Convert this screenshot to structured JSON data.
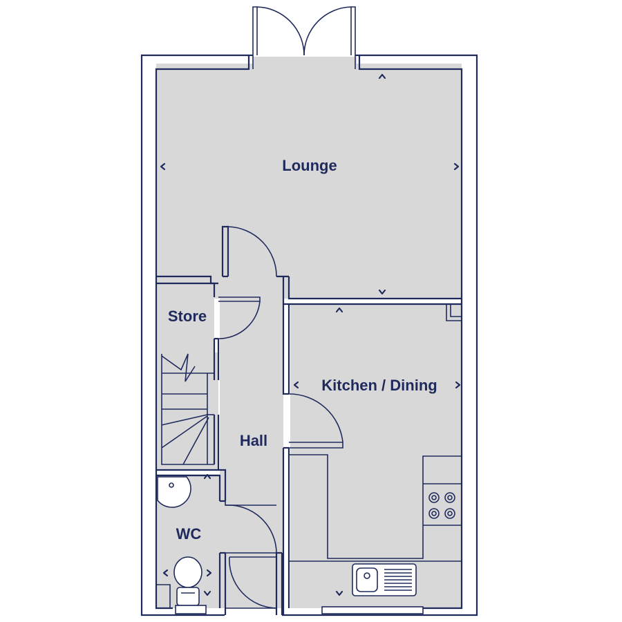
{
  "rooms": {
    "lounge": "Lounge",
    "store": "Store",
    "kitchen_dining": "Kitchen / Dining",
    "hall": "Hall",
    "wc": "WC"
  },
  "colors": {
    "wall": "#1f2a5c",
    "floor": "#d9d8d9",
    "background": "#ffffff"
  },
  "icons": [
    "double-door-icon",
    "door-swing-icon",
    "staircase-icon",
    "hob-icon",
    "sink-icon",
    "toilet-icon",
    "basin-icon",
    "dimension-marker-icon"
  ]
}
